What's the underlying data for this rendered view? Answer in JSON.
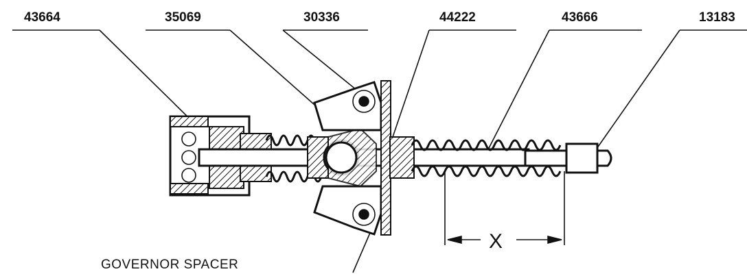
{
  "part_numbers": [
    {
      "id": "p1",
      "text": "43664"
    },
    {
      "id": "p2",
      "text": "35069"
    },
    {
      "id": "p3",
      "text": "30336"
    },
    {
      "id": "p4",
      "text": "44222"
    },
    {
      "id": "p5",
      "text": "43666"
    },
    {
      "id": "p6",
      "text": "13183"
    }
  ],
  "caption": "GOVERNOR SPACER",
  "dimension_label": "X",
  "colors": {
    "ink": "#111111",
    "paper": "#ffffff"
  }
}
